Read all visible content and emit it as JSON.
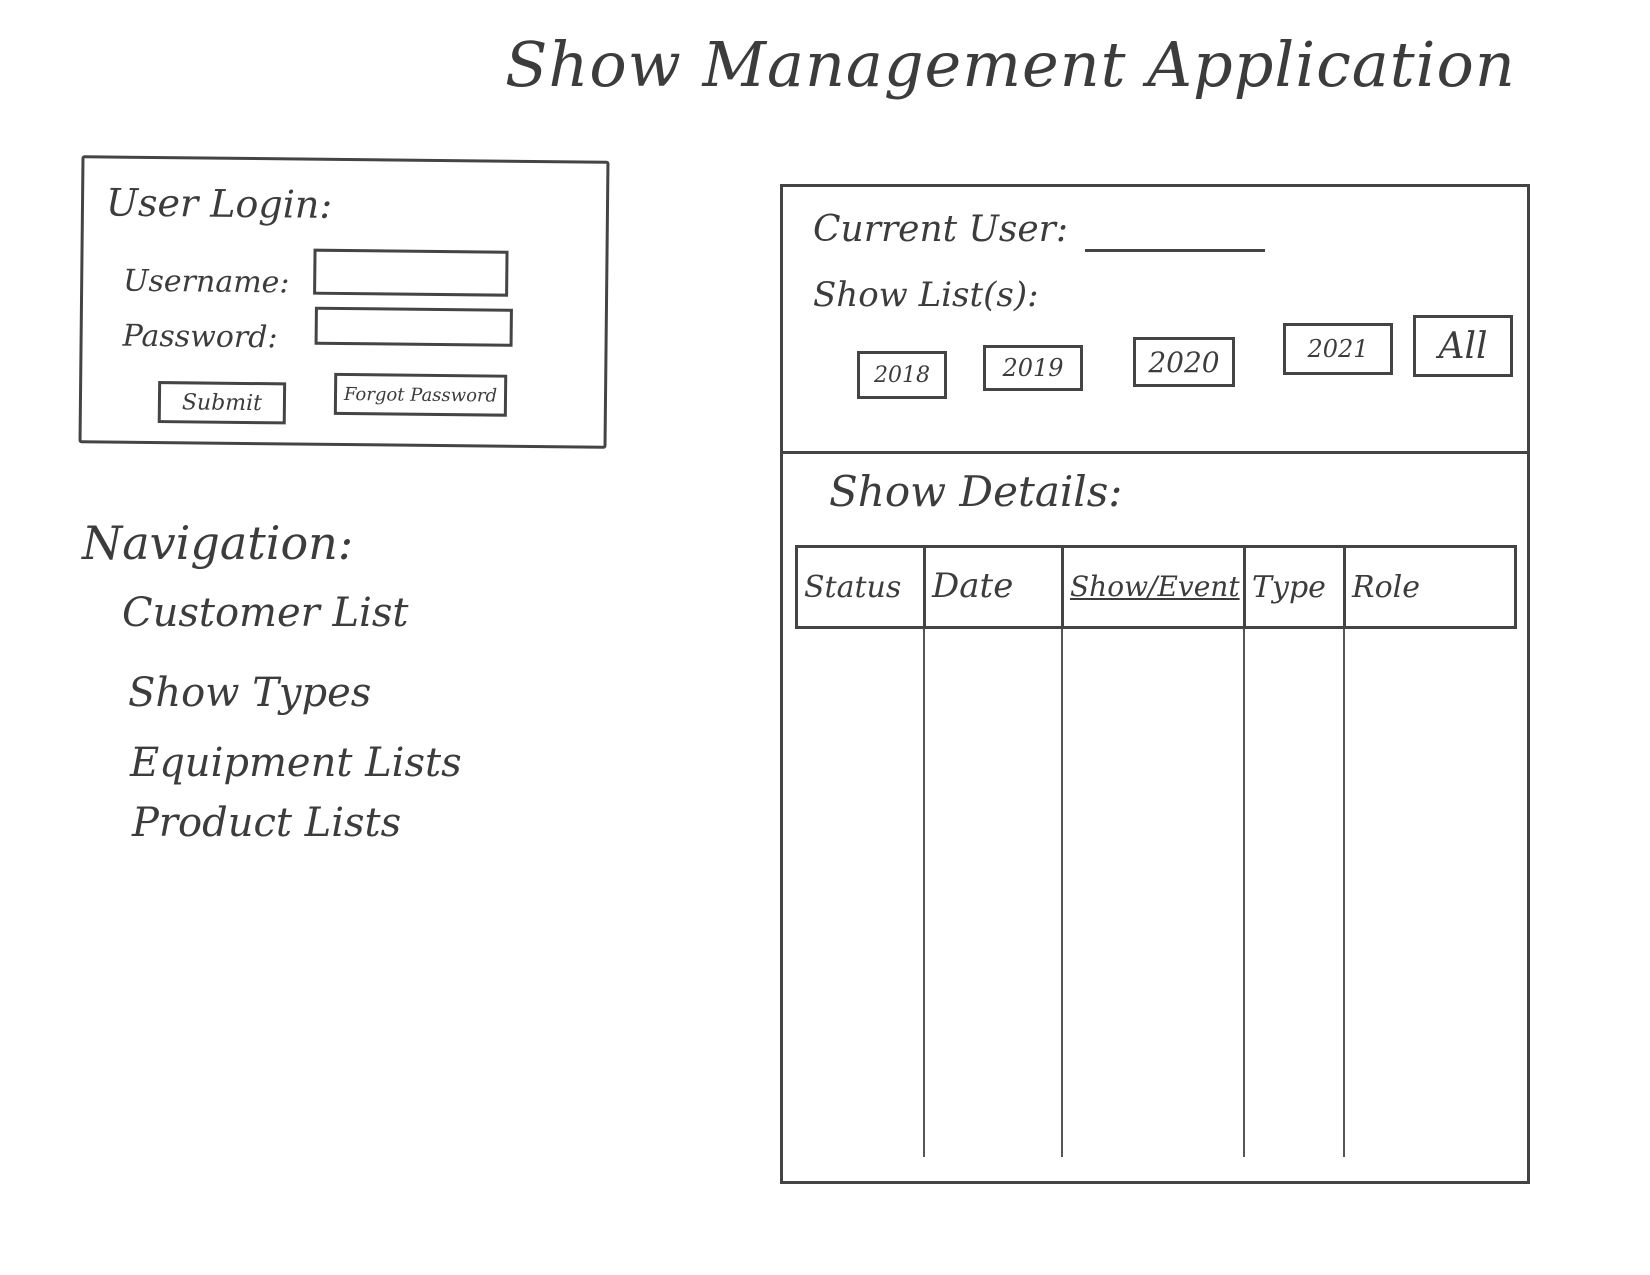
{
  "app": {
    "title": "Show Management Application"
  },
  "login": {
    "title": "User Login:",
    "username_label": "Username:",
    "password_label": "Password:",
    "username_value": "",
    "password_value": "",
    "submit_label": "Submit",
    "forgot_label": "Forgot Password"
  },
  "navigation": {
    "title": "Navigation:",
    "items": [
      {
        "label": "Customer List"
      },
      {
        "label": "Show Types"
      },
      {
        "label": "Equipment Lists"
      },
      {
        "label": "Product Lists"
      }
    ]
  },
  "main": {
    "current_user_label": "Current User:",
    "current_user_value": "",
    "show_lists_label": "Show List(s):",
    "years": [
      "2018",
      "2019",
      "2020",
      "2021",
      "All"
    ],
    "show_details_label": "Show Details:",
    "table": {
      "columns": [
        "Status",
        "Date",
        "Show/Event",
        "Type",
        "Role"
      ],
      "rows": []
    }
  }
}
